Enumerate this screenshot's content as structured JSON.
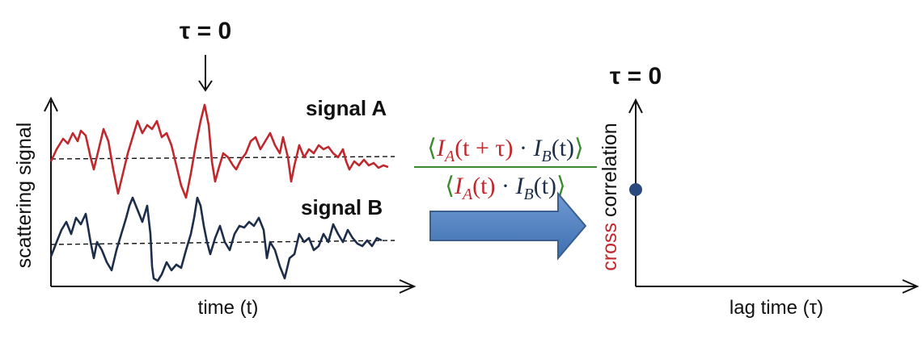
{
  "left_plot": {
    "tau_marker": "τ = 0",
    "y_axis_label": "scattering signal",
    "x_axis_label": "time (t)",
    "signal_a": {
      "label": "signal A",
      "color": "#c0282d"
    },
    "signal_b": {
      "label": "signal B",
      "color": "#1d2e4a"
    }
  },
  "formula": {
    "numerator": {
      "open": "⟨",
      "ia": "I",
      "ia_sub": "A",
      "ia_arg": "(t + τ)",
      "dot": " · ",
      "ib": "I",
      "ib_sub": "B",
      "ib_arg": "(t)",
      "close": "⟩"
    },
    "denominator": {
      "open": "⟨",
      "ia": "I",
      "ia_sub": "A",
      "ia_arg": "(t)",
      "dot": " · ",
      "ib": "I",
      "ib_sub": "B",
      "ib_arg": "(t)",
      "close": "⟩"
    },
    "colors": {
      "signal_a": "#c0282d",
      "signal_b": "#1d2e4a",
      "brackets": "#3a8a2e"
    }
  },
  "arrow": {
    "fill": "#4f81bd",
    "stroke": "#3a5f8f"
  },
  "right_plot": {
    "tau_marker": "τ = 0",
    "y_axis_label_part1": "cross",
    "y_axis_label_part2": " correlation",
    "x_axis_label": "lag time (τ)",
    "point_color": "#2a4a7f"
  }
}
